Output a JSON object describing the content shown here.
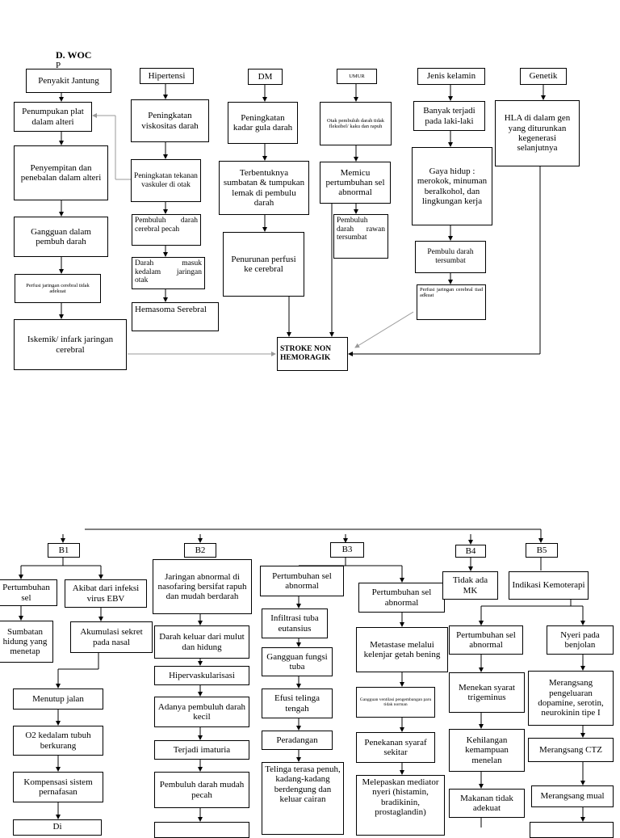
{
  "title": "D. WOC",
  "title_sub": "P",
  "top": {
    "c1": [
      "Penyakit Jantung",
      "Penumpukan plat dalam alteri",
      "Penyempitan dan penebalan dalam alteri",
      "Gangguan dalam pembuh darah",
      "Perfusi jaringan cerebral tidak adekuat",
      "Iskemik/ infark jaringan cerebral"
    ],
    "c2": [
      "Hipertensi",
      "Peningkatan viskositas darah",
      "Peningkatan tekanan vaskuler di otak",
      "Pembuluh darah cerebral pecah",
      "Darah masuk kedalam jaringan otak",
      "Hemasoma Serebral"
    ],
    "c3": [
      "DM",
      "Peningkatan kadar gula darah",
      "Terbentuknya sumbatan & tumpukan lemak di pembulu darah",
      "Penurunan perfusi ke cerebral"
    ],
    "c4": [
      "UMUR",
      "Otak pembuluh darah tidak fleksibel/ kaku dan rapuh",
      "Memicu pertumbuhan sel abnormal",
      "Pembuluh darah rawan tersumbat"
    ],
    "c5": [
      "Jenis kelamin",
      "Banyak terjadi pada laki-laki",
      "Gaya hidup : merokok, minuman beralkohol, dan lingkungan kerja",
      "Pembulu darah tersumbat",
      "Perfusi jaringan cerebral tiad adkuat"
    ],
    "c6": [
      "Genetik",
      "HLA di dalam gen yang diturunkan kegenerasi selanjutnya"
    ],
    "stroke": "STROKE NON HEMORAGIK"
  },
  "bottom": {
    "headers": [
      "B1",
      "B2",
      "B3",
      "B4",
      "B5"
    ],
    "b1": [
      "Pertumbuhan sel",
      "Akibat dari infeksi virus EBV",
      "Sumbatan hidung yang menetap",
      "Akumulasi sekret pada nasal",
      "Menutup jalan",
      "O2 kedalam tubuh berkurang",
      "Kompensasi sistem pernafasan",
      "Di"
    ],
    "b2": [
      "Jaringan abnormal di nasofaring bersifat rapuh dan mudah berdarah",
      "Darah keluar dari mulut dan hidung",
      "Hipervaskularisasi",
      "Adanya pembuluh darah kecil",
      "Terjadi imaturia",
      "Pembuluh darah mudah pecah"
    ],
    "b3a": [
      "Pertumbuhan sel abnormal",
      "Infiltrasi tuba eutansius",
      "Gangguan fungsi tuba",
      "Efusi telinga tengah",
      "Peradangan",
      "Telinga terasa penuh, kadang-kadang berdengung dan keluar cairan"
    ],
    "b3b": [
      "Pertumbuhan sel abnormal",
      "Metastase melalui kelenjar getah bening",
      "Gangguan ventilasi pengembangan paru tidak norman",
      "Penekanan syaraf sekitar",
      "Melepaskan mediator nyeri (histamin, bradikinin, prostaglandin)"
    ],
    "b4": [
      "Tidak ada MK",
      "Pertumbuhan sel abnormal",
      "Menekan syarat trigeminus",
      "Kehilangan kemampuan menelan",
      "Makanan tidak adekuat"
    ],
    "b5": [
      "Indikasi Kemoterapi",
      "Nyeri pada benjolan",
      "Merangsang pengeluaran dopamine, serotin, neurokinin tipe I",
      "Merangsang CTZ",
      "Merangsang mual"
    ]
  }
}
